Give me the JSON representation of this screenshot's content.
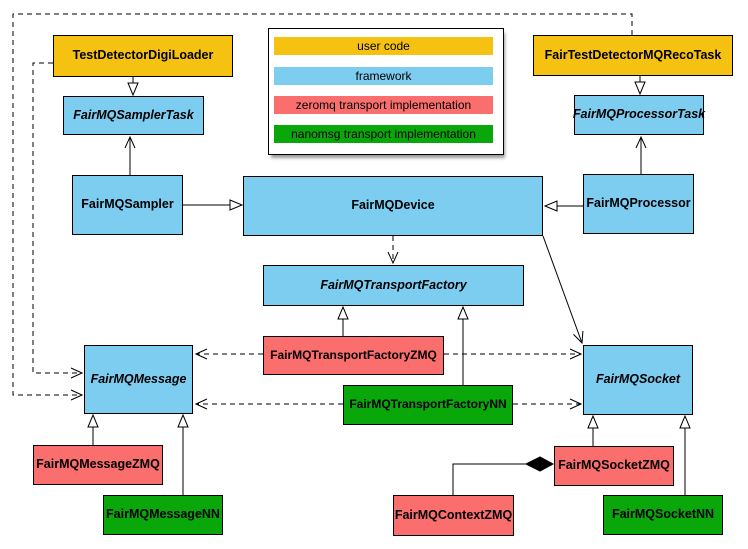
{
  "legend": {
    "items": [
      {
        "label": "user code",
        "color": "#F5C211",
        "category": "user"
      },
      {
        "label": "framework",
        "color": "#7DCDF1",
        "category": "framework"
      },
      {
        "label": "zeromq transport implementation",
        "color": "#FA6E6E",
        "category": "zeromq"
      },
      {
        "label": "nanomsg transport implementation",
        "color": "#09A709",
        "category": "nanomsg"
      }
    ]
  },
  "nodes": {
    "testDetectorDigiLoader": {
      "label": "TestDetectorDigiLoader",
      "category": "user code",
      "abstract": false
    },
    "fairTestDetectorMQRecoTask": {
      "label": "FairTestDetectorMQRecoTask",
      "category": "user code",
      "abstract": false
    },
    "fairMQSamplerTask": {
      "label": "FairMQSamplerTask",
      "category": "framework",
      "abstract": true
    },
    "fairMQProcessorTask": {
      "label": "FairMQProcessorTask",
      "category": "framework",
      "abstract": true
    },
    "fairMQSampler": {
      "label": "FairMQSampler",
      "category": "framework",
      "abstract": false
    },
    "fairMQDevice": {
      "label": "FairMQDevice",
      "category": "framework",
      "abstract": false
    },
    "fairMQProcessor": {
      "label": "FairMQProcessor",
      "category": "framework",
      "abstract": false
    },
    "fairMQTransportFactory": {
      "label": "FairMQTransportFactory",
      "category": "framework",
      "abstract": true
    },
    "fairMQTransportFactoryZMQ": {
      "label": "FairMQTransportFactoryZMQ",
      "category": "zeromq",
      "abstract": false
    },
    "fairMQTransportFactoryNN": {
      "label": "FairMQTransportFactoryNN",
      "category": "nanomsg",
      "abstract": false
    },
    "fairMQMessage": {
      "label": "FairMQMessage",
      "category": "framework",
      "abstract": true
    },
    "fairMQSocket": {
      "label": "FairMQSocket",
      "category": "framework",
      "abstract": true
    },
    "fairMQMessageZMQ": {
      "label": "FairMQMessageZMQ",
      "category": "zeromq",
      "abstract": false
    },
    "fairMQMessageNN": {
      "label": "FairMQMessageNN",
      "category": "nanomsg",
      "abstract": false
    },
    "fairMQSocketZMQ": {
      "label": "FairMQSocketZMQ",
      "category": "zeromq",
      "abstract": false
    },
    "fairMQSocketNN": {
      "label": "FairMQSocketNN",
      "category": "nanomsg",
      "abstract": false
    },
    "fairMQContextZMQ": {
      "label": "FairMQContextZMQ",
      "category": "zeromq",
      "abstract": false
    }
  },
  "relationships": [
    {
      "from": "TestDetectorDigiLoader",
      "to": "FairMQSamplerTask",
      "type": "inheritance"
    },
    {
      "from": "FairTestDetectorMQRecoTask",
      "to": "FairMQProcessorTask",
      "type": "inheritance"
    },
    {
      "from": "FairMQSampler",
      "to": "FairMQDevice",
      "type": "inheritance"
    },
    {
      "from": "FairMQProcessor",
      "to": "FairMQDevice",
      "type": "inheritance"
    },
    {
      "from": "FairMQSampler",
      "to": "FairMQSamplerTask",
      "type": "association"
    },
    {
      "from": "FairMQProcessor",
      "to": "FairMQProcessorTask",
      "type": "association"
    },
    {
      "from": "FairMQDevice",
      "to": "FairMQSocket",
      "type": "association"
    },
    {
      "from": "FairMQDevice",
      "to": "FairMQTransportFactory",
      "type": "dashed-dependency"
    },
    {
      "from": "FairMQTransportFactoryZMQ",
      "to": "FairMQTransportFactory",
      "type": "inheritance"
    },
    {
      "from": "FairMQTransportFactoryNN",
      "to": "FairMQTransportFactory",
      "type": "inheritance"
    },
    {
      "from": "FairMQTransportFactoryZMQ",
      "to": "FairMQMessage",
      "type": "dashed-dependency"
    },
    {
      "from": "FairMQTransportFactoryZMQ",
      "to": "FairMQSocket",
      "type": "dashed-dependency"
    },
    {
      "from": "FairMQTransportFactoryNN",
      "to": "FairMQMessage",
      "type": "dashed-dependency"
    },
    {
      "from": "FairMQTransportFactoryNN",
      "to": "FairMQSocket",
      "type": "dashed-dependency"
    },
    {
      "from": "TestDetectorDigiLoader",
      "to": "FairMQMessage",
      "type": "dashed-dependency"
    },
    {
      "from": "FairTestDetectorMQRecoTask",
      "to": "FairMQMessage",
      "type": "dashed-dependency"
    },
    {
      "from": "FairMQMessageZMQ",
      "to": "FairMQMessage",
      "type": "inheritance"
    },
    {
      "from": "FairMQMessageNN",
      "to": "FairMQMessage",
      "type": "inheritance"
    },
    {
      "from": "FairMQSocketZMQ",
      "to": "FairMQSocket",
      "type": "inheritance"
    },
    {
      "from": "FairMQSocketNN",
      "to": "FairMQSocket",
      "type": "inheritance"
    },
    {
      "from": "FairMQContextZMQ",
      "to": "FairMQSocketZMQ",
      "type": "composition"
    }
  ]
}
